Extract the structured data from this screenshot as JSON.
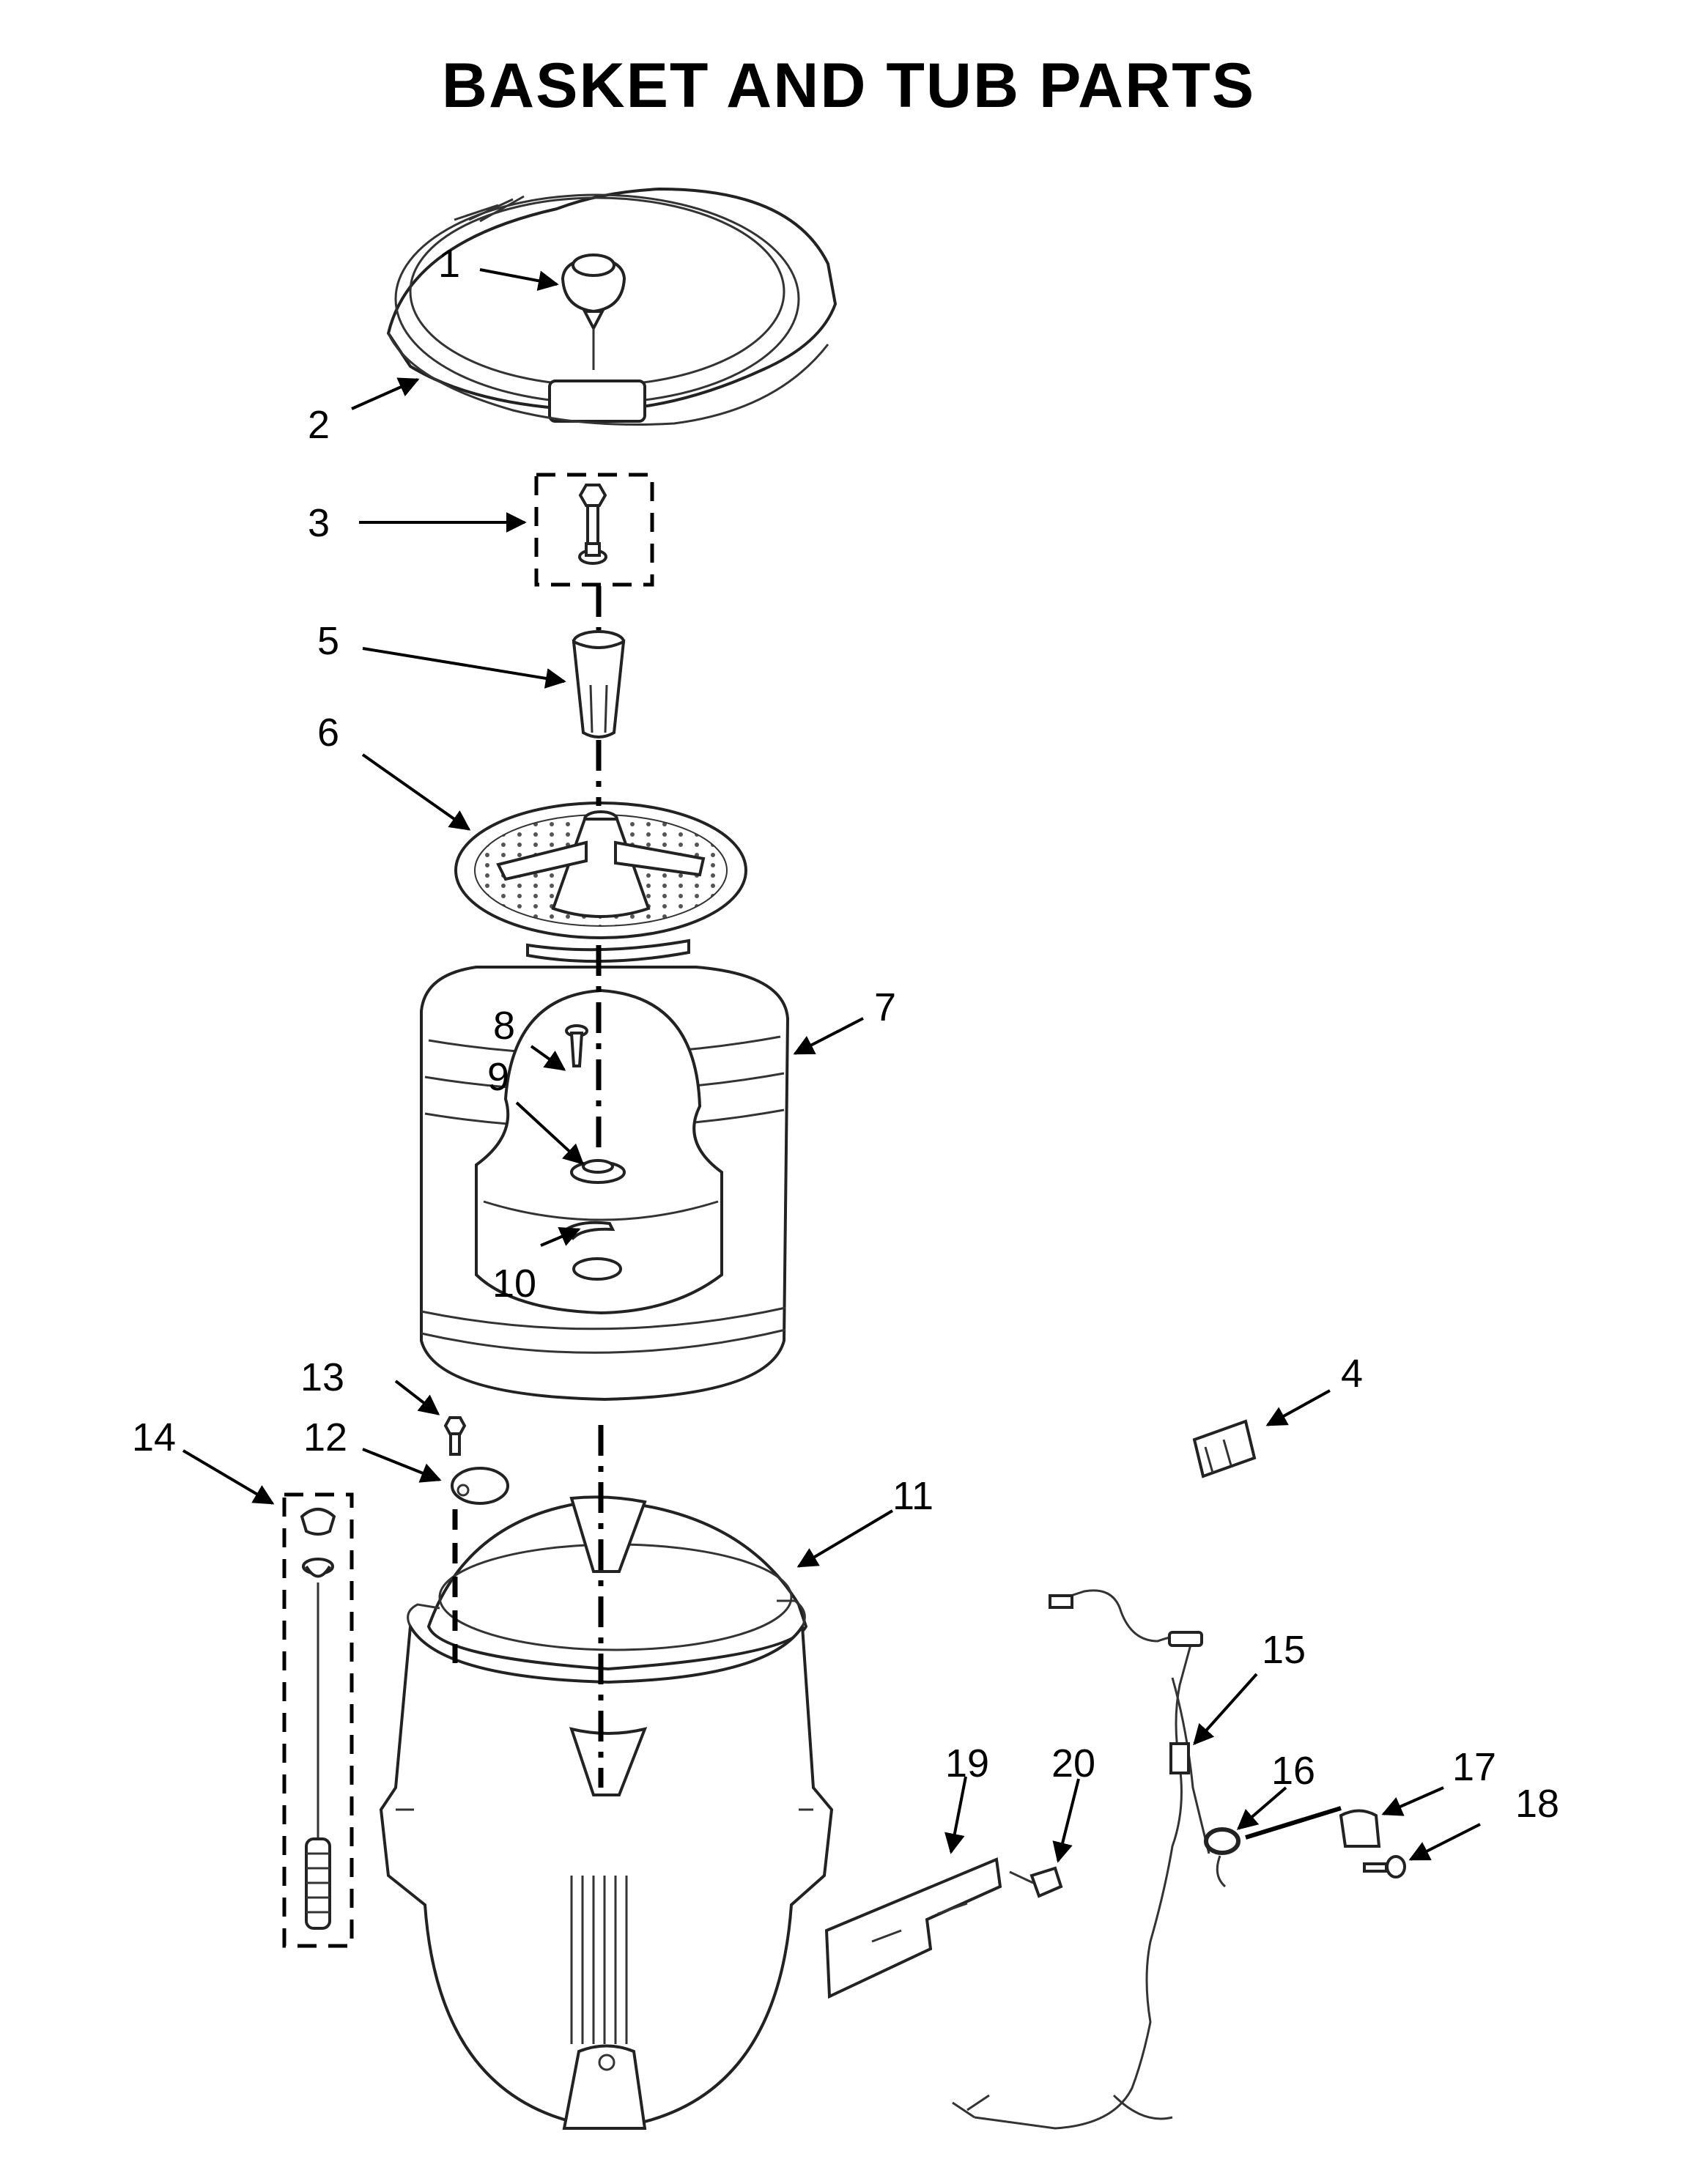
{
  "title": "BASKET AND TUB PARTS",
  "callouts": [
    "1",
    "2",
    "3",
    "4",
    "5",
    "6",
    "7",
    "8",
    "9",
    "10",
    "11",
    "12",
    "13",
    "14",
    "15",
    "16",
    "17",
    "18",
    "19",
    "20"
  ]
}
